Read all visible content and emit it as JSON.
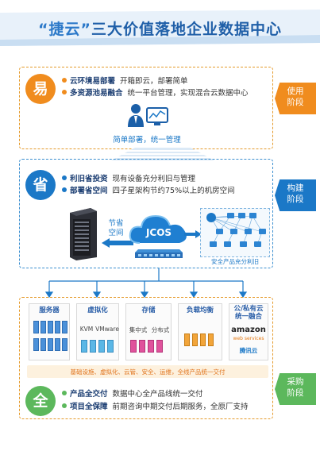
{
  "title": {
    "highlight": "“捷云”",
    "rest": "三大价值落地企业数据中心"
  },
  "section_1": {
    "circle_char": "易",
    "bullets": [
      {
        "key": "云环境易部署",
        "text": "开箱即云，部署简单"
      },
      {
        "key": "多资源池易融合",
        "text": "统一平台管理，实现混合云数据中心"
      }
    ],
    "caption": "简单部署，统一管理",
    "tag_line1": "使用",
    "tag_line2": "阶段"
  },
  "section_2": {
    "circle_char": "省",
    "bullets": [
      {
        "key": "利旧省投资",
        "text": "现有设备充分利旧与管理"
      },
      {
        "key": "部署省空间",
        "text": "四子星架构节约75%以上的机房空间"
      }
    ],
    "save_label_1": "节省",
    "save_label_2": "空间",
    "cloud_label": "JCOS",
    "reuse_caption": "安全产品充分利旧",
    "tag_line1": "构建",
    "tag_line2": "阶段"
  },
  "section_3": {
    "columns": [
      {
        "head": "服务器",
        "items": []
      },
      {
        "head": "虚拟化",
        "items": [
          "KVM",
          "VMware"
        ]
      },
      {
        "head": "存储",
        "items": [
          "集中式",
          "分布式"
        ]
      },
      {
        "head": "负载均衡",
        "items": []
      },
      {
        "head": "公/私有云\n统一融合",
        "items": [
          "amazon",
          "web services",
          "腾讯云"
        ]
      }
    ],
    "bar_text": "基础设施、虚拟化、云管、安全、运维，全线产品统一交付",
    "circle_char": "全",
    "bullets": [
      {
        "key": "产品全交付",
        "text": "数据中心全产品线统一交付"
      },
      {
        "key": "项目全保障",
        "text": "前期咨询中期交付后期服务，全原厂支持"
      }
    ],
    "tag_line1": "采购",
    "tag_line2": "阶段"
  },
  "colors": {
    "orange": "#f08c1e",
    "blue": "#1b78c7",
    "green": "#5cb85c",
    "title_blue": "#1f5fa8"
  }
}
